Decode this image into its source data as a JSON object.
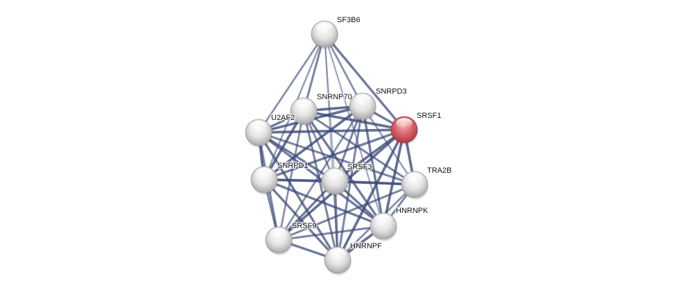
{
  "diagram": {
    "type": "protein-interaction-network",
    "edge_color": "#3b4a78",
    "query_node_color": "#d9646c",
    "default_node_color": "#e6e6e6",
    "nodes": [
      {
        "id": "SF3B6",
        "label": "SF3B6",
        "query": false
      },
      {
        "id": "SNRNP70",
        "label": "SNRNP70",
        "query": false
      },
      {
        "id": "SNRPD3",
        "label": "SNRPD3",
        "query": false
      },
      {
        "id": "SRSF1",
        "label": "SRSF1",
        "query": true
      },
      {
        "id": "U2AF2",
        "label": "U2AF2",
        "query": false
      },
      {
        "id": "SNRPD1",
        "label": "SNRPD1",
        "query": false
      },
      {
        "id": "SRSF3",
        "label": "SRSF3",
        "query": false
      },
      {
        "id": "TRA2B",
        "label": "TRA2B",
        "query": false
      },
      {
        "id": "HNRNPK",
        "label": "HNRNPK",
        "query": false
      },
      {
        "id": "SRSF9",
        "label": "SRSF9",
        "query": false
      },
      {
        "id": "HNRNPF",
        "label": "HNRNPF",
        "query": false
      }
    ],
    "edges": [
      {
        "source": "SF3B6",
        "target": "U2AF2",
        "strength": 0.6
      },
      {
        "source": "SF3B6",
        "target": "SNRNP70",
        "strength": 0.7
      },
      {
        "source": "SF3B6",
        "target": "SNRPD3",
        "strength": 0.6
      },
      {
        "source": "SF3B6",
        "target": "SRSF1",
        "strength": 0.8
      },
      {
        "source": "SF3B6",
        "target": "SNRPD1",
        "strength": 0.5
      },
      {
        "source": "SF3B6",
        "target": "SRSF3",
        "strength": 0.3
      },
      {
        "source": "SF3B6",
        "target": "HNRNPK",
        "strength": 0.4
      },
      {
        "source": "SF3B6",
        "target": "HNRNPF",
        "strength": 0.3
      },
      {
        "source": "SNRNP70",
        "target": "SNRPD3",
        "strength": 0.9
      },
      {
        "source": "SNRNP70",
        "target": "SRSF1",
        "strength": 0.9
      },
      {
        "source": "SNRNP70",
        "target": "U2AF2",
        "strength": 0.8
      },
      {
        "source": "SNRNP70",
        "target": "SNRPD1",
        "strength": 0.9
      },
      {
        "source": "SNRNP70",
        "target": "SRSF3",
        "strength": 0.6
      },
      {
        "source": "SNRNP70",
        "target": "TRA2B",
        "strength": 0.7
      },
      {
        "source": "SNRNP70",
        "target": "HNRNPK",
        "strength": 0.8
      },
      {
        "source": "SNRNP70",
        "target": "SRSF9",
        "strength": 0.6
      },
      {
        "source": "SNRNP70",
        "target": "HNRNPF",
        "strength": 0.7
      },
      {
        "source": "SNRPD3",
        "target": "SRSF1",
        "strength": 0.8
      },
      {
        "source": "SNRPD3",
        "target": "U2AF2",
        "strength": 0.9
      },
      {
        "source": "SNRPD3",
        "target": "SNRPD1",
        "strength": 0.9
      },
      {
        "source": "SNRPD3",
        "target": "SRSF3",
        "strength": 0.7
      },
      {
        "source": "SNRPD3",
        "target": "HNRNPK",
        "strength": 0.8
      },
      {
        "source": "SNRPD3",
        "target": "SRSF9",
        "strength": 0.6
      },
      {
        "source": "SNRPD3",
        "target": "HNRNPF",
        "strength": 0.7
      },
      {
        "source": "SNRPD3",
        "target": "TRA2B",
        "strength": 0.5
      },
      {
        "source": "SRSF1",
        "target": "U2AF2",
        "strength": 0.9
      },
      {
        "source": "SRSF1",
        "target": "SNRPD1",
        "strength": 0.8
      },
      {
        "source": "SRSF1",
        "target": "SRSF3",
        "strength": 0.9
      },
      {
        "source": "SRSF1",
        "target": "TRA2B",
        "strength": 0.9
      },
      {
        "source": "SRSF1",
        "target": "HNRNPK",
        "strength": 0.9
      },
      {
        "source": "SRSF1",
        "target": "SRSF9",
        "strength": 0.9
      },
      {
        "source": "SRSF1",
        "target": "HNRNPF",
        "strength": 0.9
      },
      {
        "source": "U2AF2",
        "target": "SNRPD1",
        "strength": 0.9
      },
      {
        "source": "U2AF2",
        "target": "SRSF3",
        "strength": 0.8
      },
      {
        "source": "U2AF2",
        "target": "TRA2B",
        "strength": 0.7
      },
      {
        "source": "U2AF2",
        "target": "HNRNPK",
        "strength": 0.8
      },
      {
        "source": "U2AF2",
        "target": "SRSF9",
        "strength": 0.7
      },
      {
        "source": "U2AF2",
        "target": "HNRNPF",
        "strength": 0.8
      },
      {
        "source": "SNRPD1",
        "target": "SRSF3",
        "strength": 0.9
      },
      {
        "source": "SNRPD1",
        "target": "TRA2B",
        "strength": 0.6
      },
      {
        "source": "SNRPD1",
        "target": "HNRNPK",
        "strength": 0.8
      },
      {
        "source": "SNRPD1",
        "target": "SRSF9",
        "strength": 0.7
      },
      {
        "source": "SNRPD1",
        "target": "HNRNPF",
        "strength": 0.8
      },
      {
        "source": "SRSF3",
        "target": "TRA2B",
        "strength": 0.9
      },
      {
        "source": "SRSF3",
        "target": "HNRNPK",
        "strength": 0.8
      },
      {
        "source": "SRSF3",
        "target": "SRSF9",
        "strength": 0.8
      },
      {
        "source": "SRSF3",
        "target": "HNRNPF",
        "strength": 0.8
      },
      {
        "source": "TRA2B",
        "target": "HNRNPK",
        "strength": 0.7
      },
      {
        "source": "TRA2B",
        "target": "SRSF9",
        "strength": 0.7
      },
      {
        "source": "TRA2B",
        "target": "HNRNPF",
        "strength": 0.6
      },
      {
        "source": "HNRNPK",
        "target": "SRSF9",
        "strength": 0.7
      },
      {
        "source": "HNRNPK",
        "target": "HNRNPF",
        "strength": 0.9
      },
      {
        "source": "SRSF9",
        "target": "HNRNPF",
        "strength": 0.8
      }
    ]
  }
}
